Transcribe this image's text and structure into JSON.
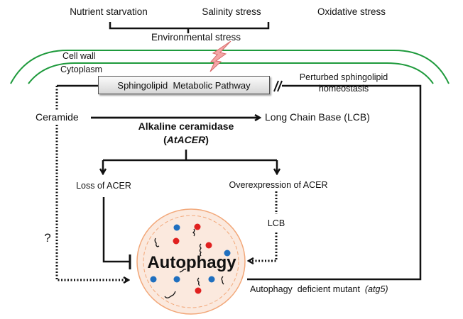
{
  "stresses": {
    "items": [
      "Nutrient starvation",
      "Salinity stress",
      "Oxidative stress"
    ],
    "group_label": "Environmental stress"
  },
  "cell": {
    "wall_label": "Cell wall",
    "cytoplasm_label": "Cytoplasm"
  },
  "pathway": {
    "box_label": "Sphingolipid  Metabolic Pathway",
    "perturbed_line1": "Perturbed sphingolipid",
    "perturbed_line2": "homeostasis"
  },
  "reaction": {
    "substrate": "Ceramide",
    "product": "Long Chain Base (LCB)",
    "enzyme": "Alkaline ceramidase",
    "enzyme_gene_open": "(",
    "enzyme_gene": "AtACER",
    "enzyme_gene_close": ")"
  },
  "branches": {
    "loss": "Loss of ACER",
    "overexpression": "Overexpression of ACER",
    "lcb": "LCB",
    "unknown": "?"
  },
  "autophagy": {
    "label": "Autophagy",
    "mutant_text": "Autophagy  deficient mutant  ",
    "mutant_gene": "(atg5)"
  },
  "colors": {
    "membrane": "#1e9a3c",
    "lightning_fill": "#f4a6a6",
    "lightning_stroke": "#d96b6b",
    "vesicle_fill": "#fbe9de",
    "vesicle_stroke": "#f2a87a",
    "dot_red": "#e0201f",
    "dot_blue": "#1f6fbf",
    "line": "#111111"
  }
}
